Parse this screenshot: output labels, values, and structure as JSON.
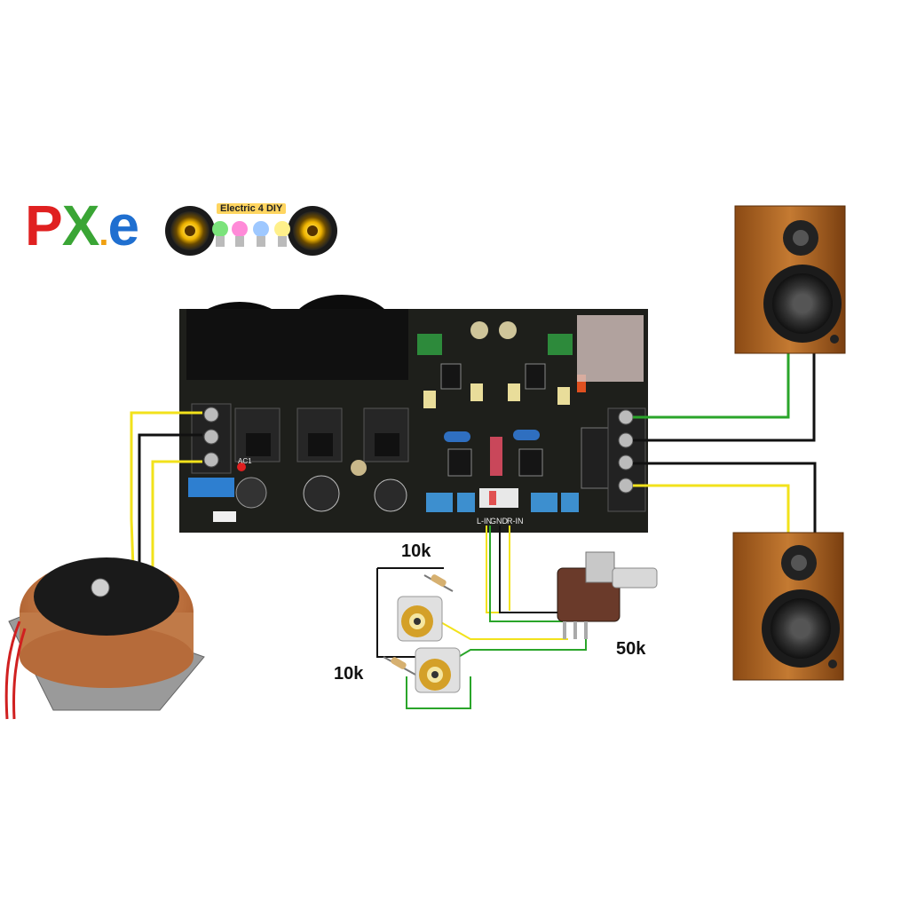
{
  "logo": {
    "p": "P",
    "x": "X",
    "dot": ".",
    "e": "e"
  },
  "brand_tag": "Electric 4 DIY",
  "labels": {
    "resistor_top": "10k",
    "resistor_bottom": "10k",
    "potentiometer": "50k"
  },
  "pcb_text": {
    "l_in": "L-IN",
    "gnd": "GND",
    "r_in": "R-IN",
    "ac": "AC1"
  },
  "colors": {
    "wire_yellow": "#f2e21b",
    "wire_green": "#2aa52a",
    "wire_black": "#111111",
    "pcb": "#1e1f1b",
    "wood": "#b0621f"
  },
  "icons": [
    "speaker-icon",
    "bulb-icon",
    "transformer-icon",
    "speaker-cabinet-icon",
    "rca-jack-icon",
    "potentiometer-icon",
    "resistor-icon"
  ]
}
